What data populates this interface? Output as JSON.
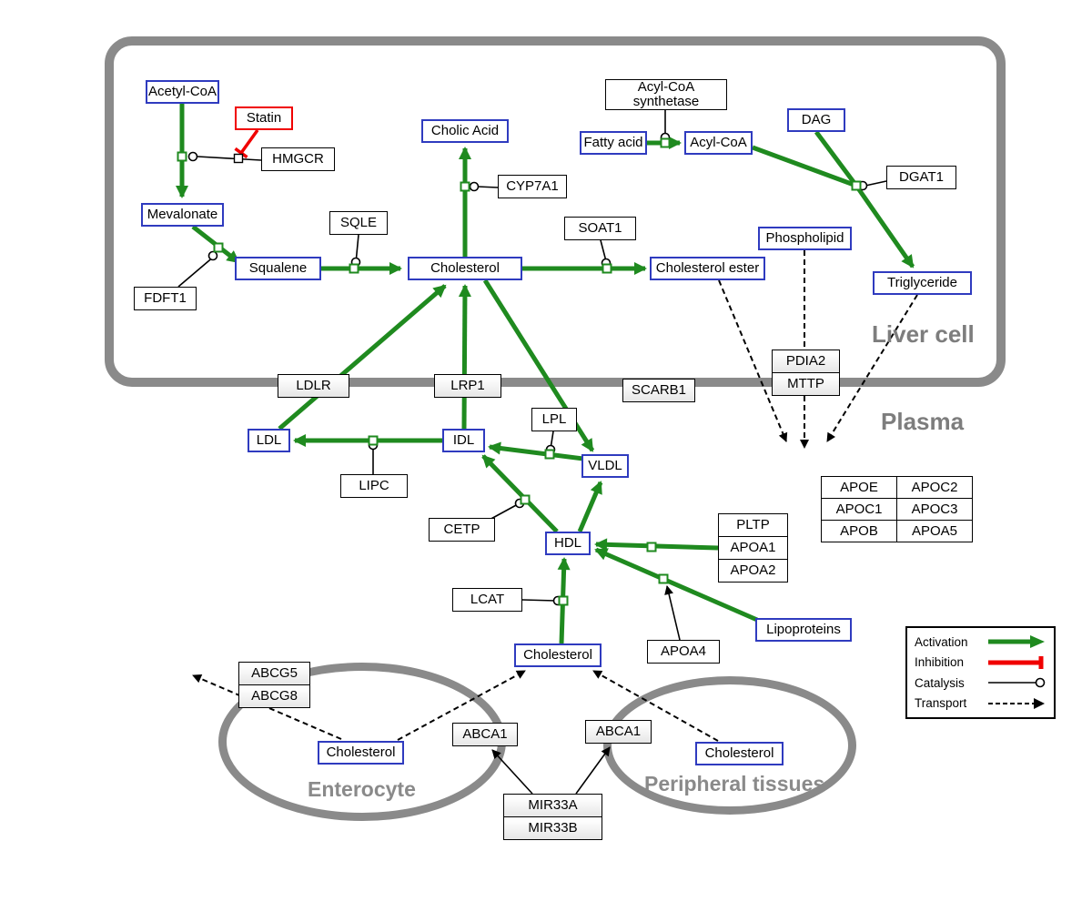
{
  "compartments": {
    "liver": "Liver cell",
    "plasma": "Plasma",
    "enterocyte": "Enterocyte",
    "peripheral": "Peripheral tissues"
  },
  "nodes": {
    "acetyl_coa": "Acetyl-CoA",
    "statin": "Statin",
    "hmgcr": "HMGCR",
    "mevalonate": "Mevalonate",
    "cholic_acid": "Cholic Acid",
    "cyp7a1": "CYP7A1",
    "sqle": "SQLE",
    "squalene": "Squalene",
    "fdft1": "FDFT1",
    "cholesterol_liver": "Cholesterol",
    "soat1": "SOAT1",
    "cholesterol_ester": "Cholesterol ester",
    "acyl_coa_synthetase": "Acyl-CoA synthetase",
    "fatty_acid": "Fatty acid",
    "acyl_coa": "Acyl-CoA",
    "dag": "DAG",
    "dgat1": "DGAT1",
    "phospholipid": "Phospholipid",
    "triglyceride": "Triglyceride",
    "ldlr": "LDLR",
    "lrp1": "LRP1",
    "scarb1": "SCARB1",
    "pdia2": "PDIA2",
    "mttp": "MTTP",
    "ldl": "LDL",
    "idl": "IDL",
    "lipc": "LIPC",
    "lpl": "LPL",
    "vldl": "VLDL",
    "cetp": "CETP",
    "hdl": "HDL",
    "lcat": "LCAT",
    "pltp": "PLTP",
    "apoa1": "APOA1",
    "apoa2": "APOA2",
    "apoa4": "APOA4",
    "lipoproteins": "Lipoproteins",
    "cholesterol_plasma": "Cholesterol",
    "abcg5": "ABCG5",
    "abcg8": "ABCG8",
    "cholesterol_enterocyte": "Cholesterol",
    "abca1_enterocyte": "ABCA1",
    "abca1_peripheral": "ABCA1",
    "cholesterol_peripheral": "Cholesterol",
    "mir33a": "MIR33A",
    "mir33b": "MIR33B"
  },
  "apo": [
    [
      "APOE",
      "APOC2"
    ],
    [
      "APOC1",
      "APOC3"
    ],
    [
      "APOB",
      "APOA5"
    ]
  ],
  "legend": {
    "activation": "Activation",
    "inhibition": "Inhibition",
    "catalysis": "Catalysis",
    "transport": "Transport"
  },
  "colors": {
    "activation_green": "#1f8a1f",
    "inhibition_red": "#f00000",
    "metabolite_border_blue": "#2f3bbf",
    "compartment_gray": "#8a8a8a"
  }
}
